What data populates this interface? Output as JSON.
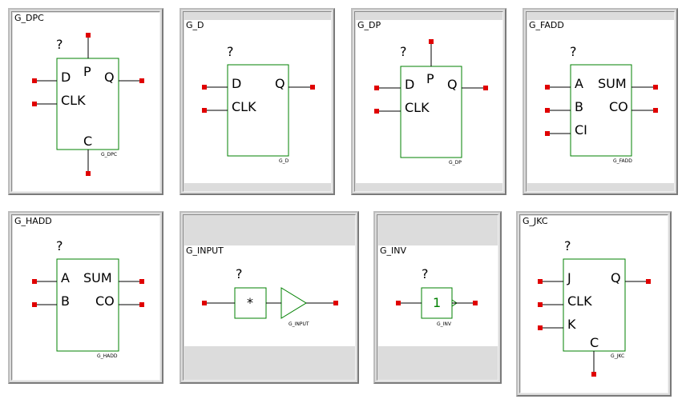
{
  "colors": {
    "wire": "#000000",
    "body": "#008000",
    "terminal": "#e00000",
    "panel": "#dcdcdc"
  },
  "components": [
    {
      "title": "G_DPC",
      "marker": "?",
      "label": "G_DPC",
      "pins": {
        "d": "D",
        "p": "P",
        "q": "Q",
        "clk": "CLK",
        "c": "C"
      }
    },
    {
      "title": "G_D",
      "marker": "?",
      "label": "G_D",
      "pins": {
        "d": "D",
        "q": "Q",
        "clk": "CLK"
      }
    },
    {
      "title": "G_DP",
      "marker": "?",
      "label": "G_DP",
      "pins": {
        "d": "D",
        "p": "P",
        "q": "Q",
        "clk": "CLK"
      }
    },
    {
      "title": "G_FADD",
      "marker": "?",
      "label": "G_FADD",
      "pins": {
        "a": "A",
        "sum": "SUM",
        "b": "B",
        "co": "CO",
        "ci": "CI"
      }
    },
    {
      "title": "G_HADD",
      "marker": "?",
      "label": "G_HADD",
      "pins": {
        "a": "A",
        "sum": "SUM",
        "b": "B",
        "co": "CO"
      }
    },
    {
      "title": "G_INPUT",
      "marker": "?",
      "label": "G_INPUT",
      "symbol": "*"
    },
    {
      "title": "G_INV",
      "marker": "?",
      "label": "G_INV",
      "symbol": "1"
    },
    {
      "title": "G_JKC",
      "marker": "?",
      "label": "G_JKC",
      "pins": {
        "j": "J",
        "q": "Q",
        "clk": "CLK",
        "k": "K",
        "c": "C"
      }
    }
  ]
}
